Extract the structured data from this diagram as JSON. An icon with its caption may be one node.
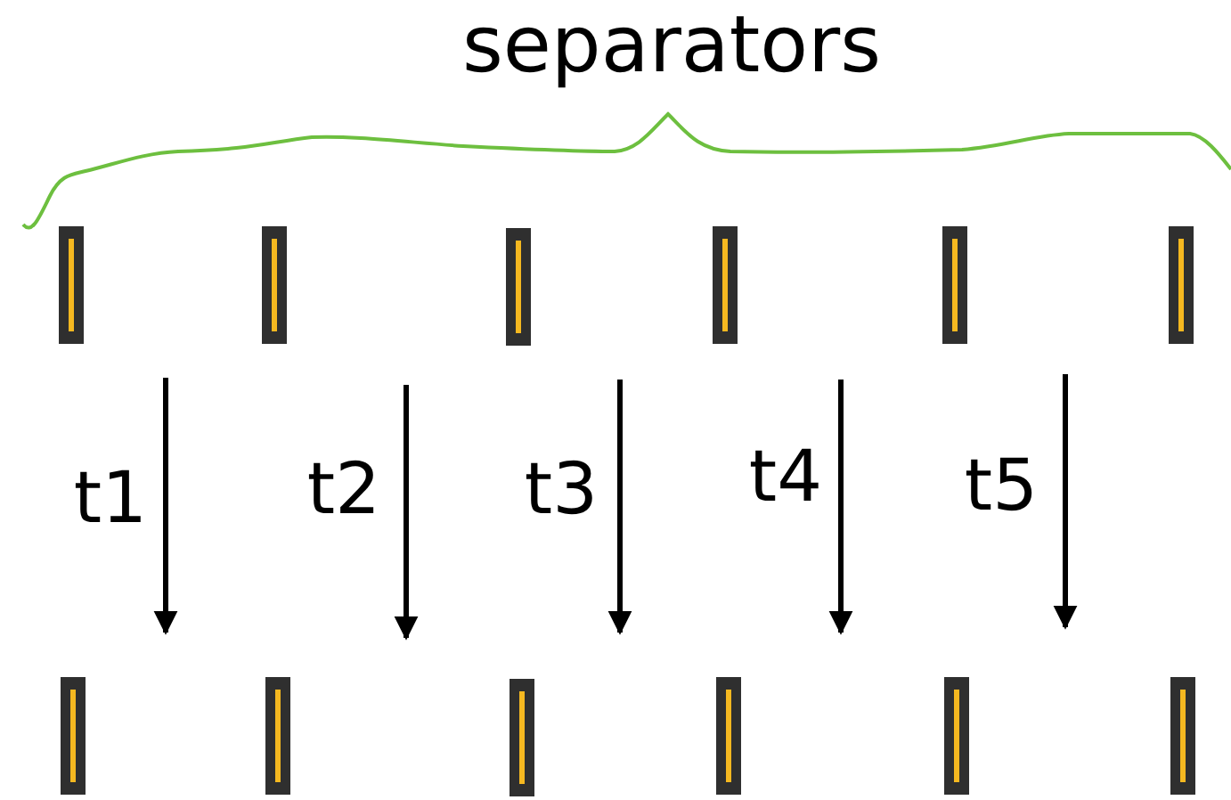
{
  "diagram": {
    "nodes": [
      {
        "text": [],
        "shape": "bar"
      },
      {
        "text": [],
        "shape": "bar"
      },
      {
        "text": [],
        "shape": "bar"
      },
      {
        "text": [],
        "shape": "bar"
      },
      {
        "text": [],
        "shape": "bar"
      },
      {
        "text": [],
        "shape": "bar"
      },
      {
        "text": [],
        "shape": "bar"
      },
      {
        "text": [],
        "shape": "bar"
      },
      {
        "text": [],
        "shape": "bar"
      },
      {
        "text": [],
        "shape": "bar"
      },
      {
        "text": [],
        "shape": "bar"
      },
      {
        "text": [],
        "shape": "bar"
      }
    ],
    "labels": [
      "separators",
      "t1",
      "t2",
      "t3",
      "t4",
      "t5"
    ]
  }
}
